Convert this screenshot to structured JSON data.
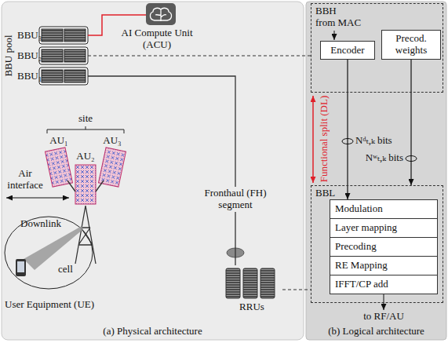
{
  "diagram": {
    "nodes": [
      {
        "text": [
          "(a) Physical architecture"
        ]
      },
      {
        "text": [
          "BBU₃"
        ],
        "in": 0
      },
      {
        "text": [
          "BBU₂"
        ],
        "in": 0
      },
      {
        "text": [
          "BBU₁"
        ],
        "in": 0
      },
      {
        "text": [
          "AI Compute Unit (ACU)"
        ],
        "in": 0
      },
      {
        "text": [
          "RRUs"
        ],
        "in": 0
      },
      {
        "text": [
          "(b) Logical architecture"
        ]
      },
      {
        "text": [
          "BBH",
          "from MAC"
        ],
        "in": 6
      },
      {
        "text": [
          "Encoder"
        ],
        "in": 7
      },
      {
        "text": [
          "Precod. weights"
        ],
        "in": 7
      },
      {
        "text": [
          "BBL"
        ],
        "in": 6
      },
      {
        "text": [
          "Modulation"
        ],
        "in": 10
      },
      {
        "text": [
          "Layer mapping"
        ],
        "in": 10
      },
      {
        "text": [
          "Precoding"
        ],
        "in": 10
      },
      {
        "text": [
          "RE Mapping"
        ],
        "in": 10
      },
      {
        "text": [
          "IFFT/CP add"
        ],
        "in": 10
      }
    ],
    "edges": [
      {
        "from": 1,
        "to": 4,
        "arrow": "none"
      },
      {
        "from": 3,
        "to": 5,
        "arrow": "none",
        "label": "Fronthaul (FH) segment"
      },
      {
        "from": 2,
        "to": 7,
        "arrow": "none"
      },
      {
        "from": 5,
        "to": 10,
        "arrow": "none"
      },
      {
        "from": 8,
        "to": 11,
        "arrow": "to",
        "label": "Nᵈₜ,ₖ bits"
      },
      {
        "from": 9,
        "to": 10,
        "arrow": "to",
        "label": "Nʷₜ,ₖ bits"
      }
    ],
    "labels": [
      "BBU pool",
      "site",
      "AU₁",
      "AU₂",
      "AU₃",
      "Air interface",
      "Downlink",
      "cell",
      "User Equipment (UE)",
      "Functional split (DL)",
      "to RF/AU"
    ]
  }
}
